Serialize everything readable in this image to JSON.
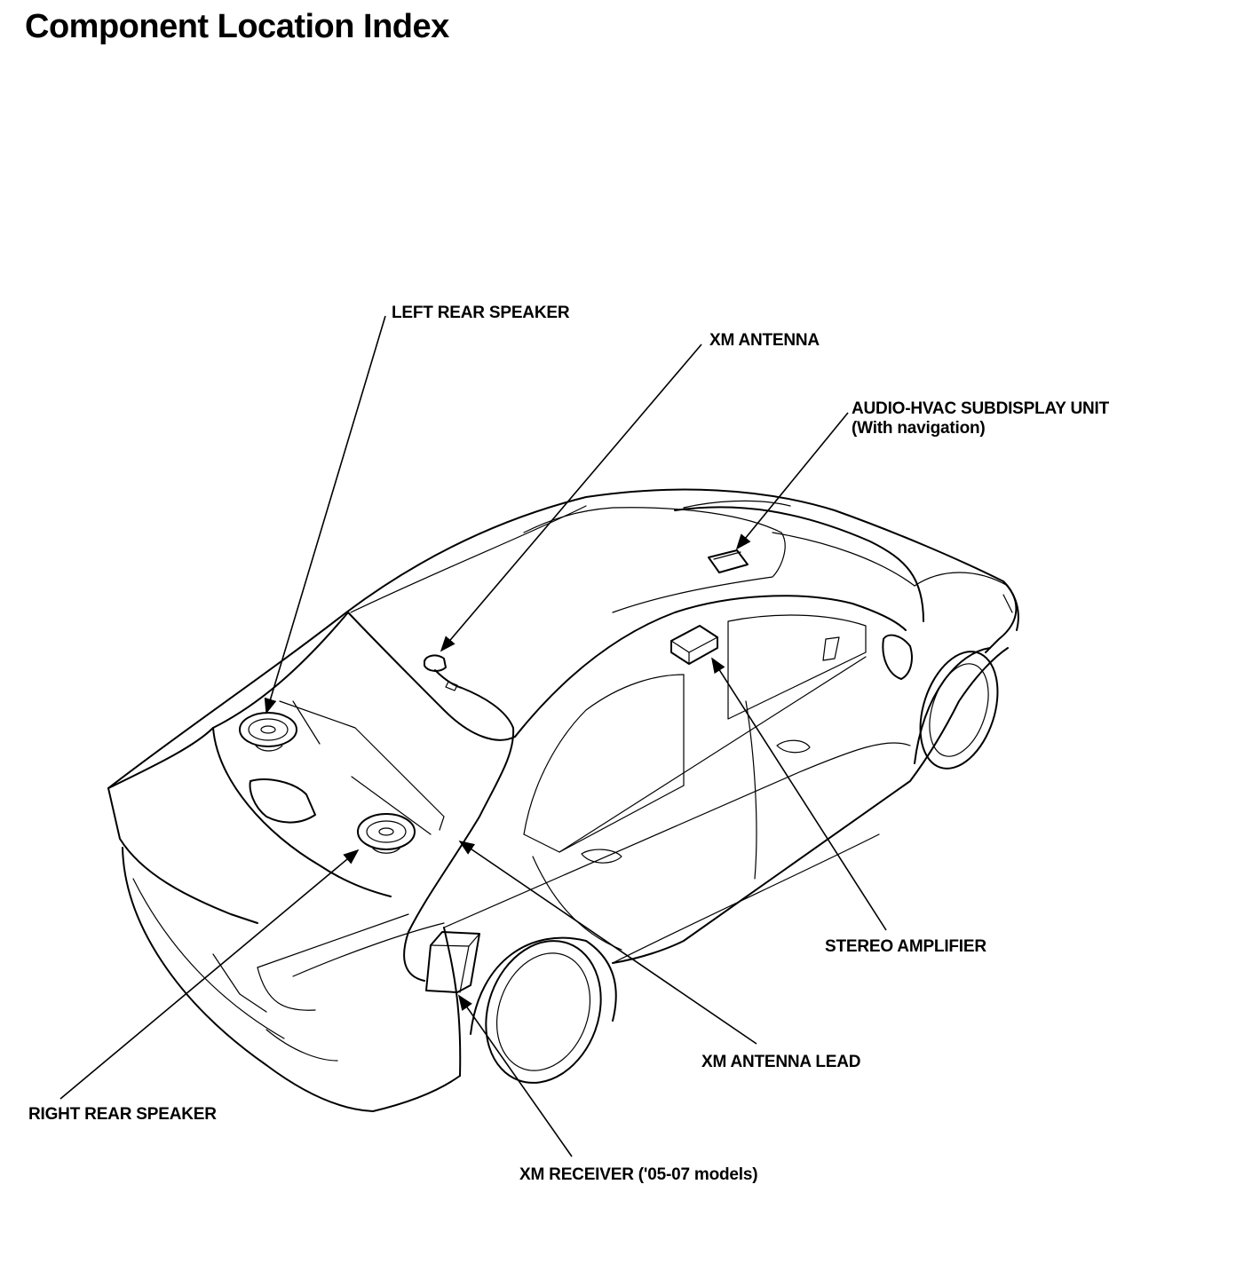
{
  "page": {
    "title": "Component Location Index"
  },
  "callouts": {
    "left_rear_speaker": "LEFT REAR SPEAKER",
    "xm_antenna": "XM ANTENNA",
    "audio_hvac_unit": "AUDIO-HVAC SUBDISPLAY UNIT",
    "audio_hvac_unit_note": "(With navigation)",
    "stereo_amplifier": "STEREO AMPLIFIER",
    "xm_antenna_lead": "XM ANTENNA LEAD",
    "right_rear_speaker": "RIGHT REAR SPEAKER",
    "xm_receiver": "XM RECEIVER ('05-07 models)"
  }
}
